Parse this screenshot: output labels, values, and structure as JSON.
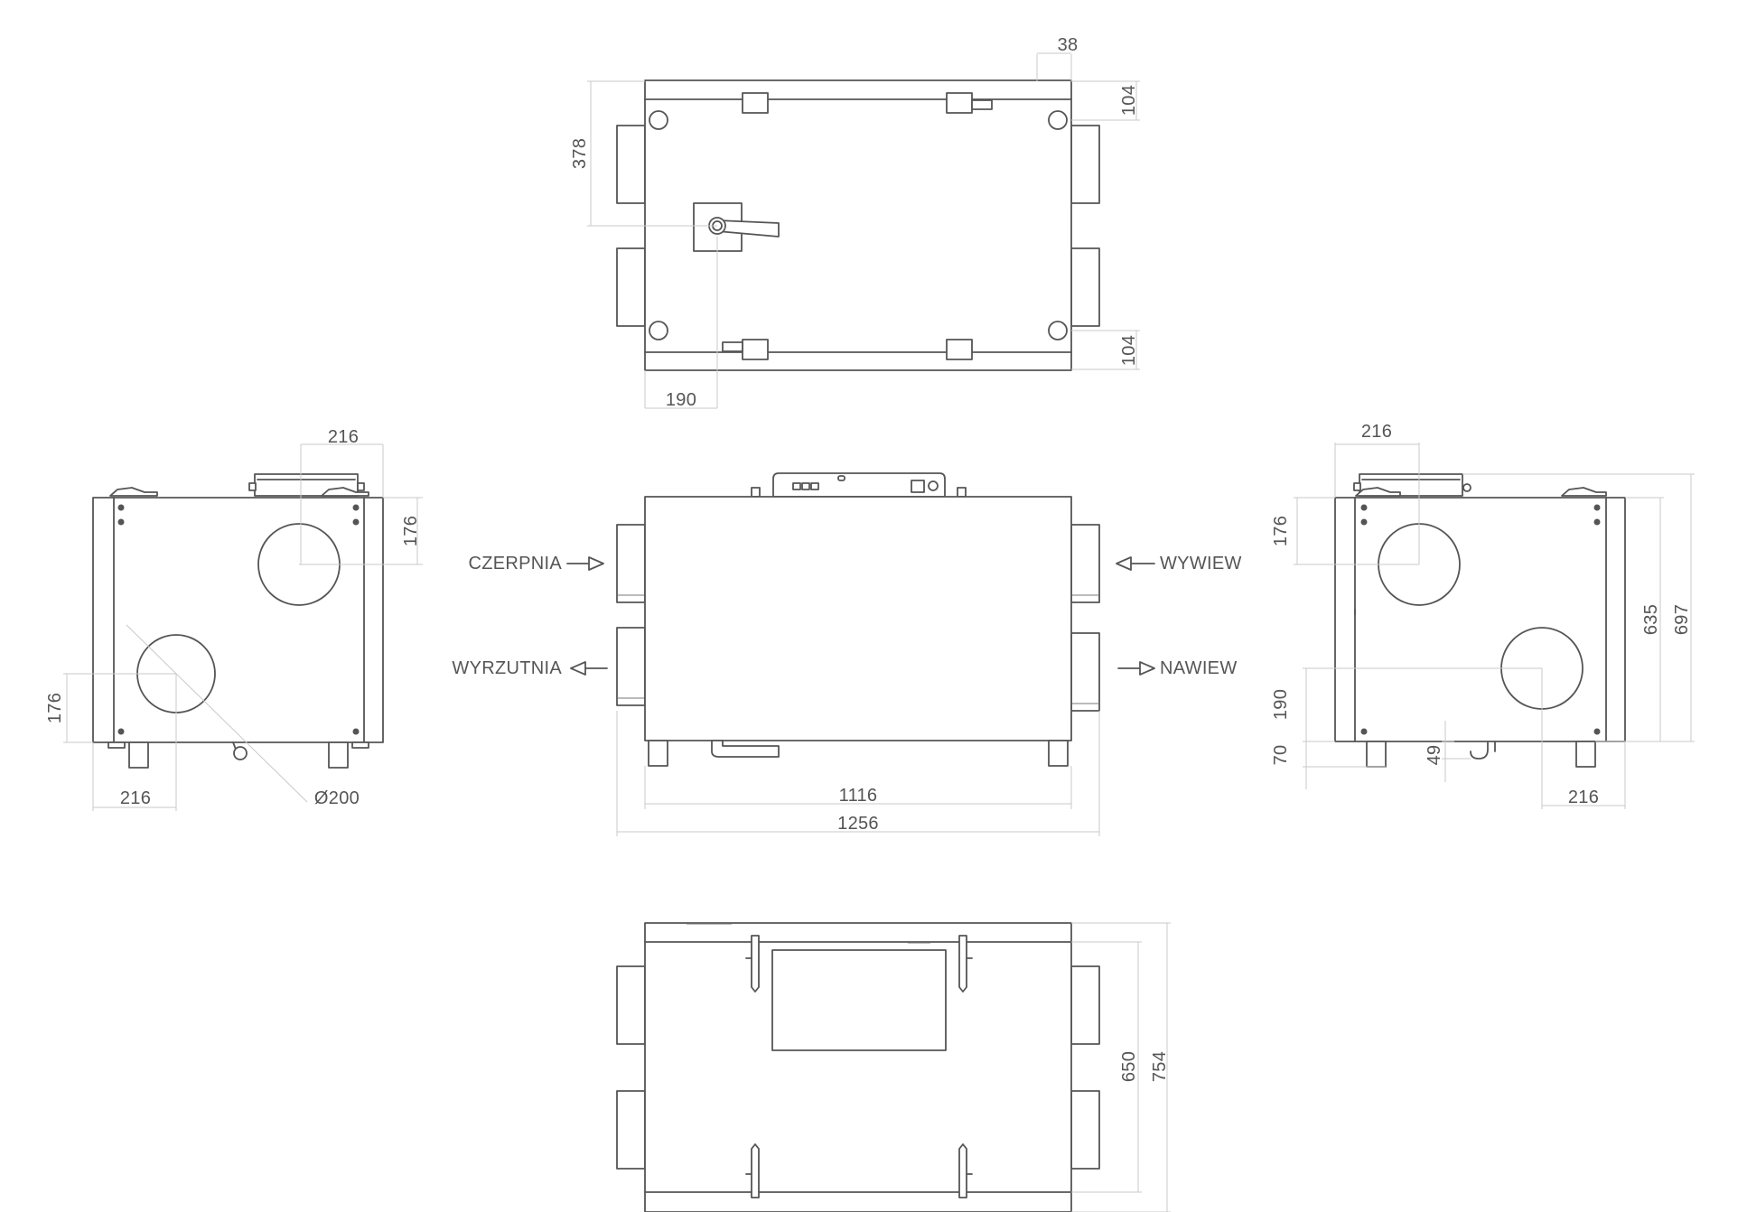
{
  "labels": {
    "czerpnia": "CZERPNIA",
    "wyrzutnia": "WYRZUTNIA",
    "wywiew": "WYWIEW",
    "nawiew": "NAWIEW"
  },
  "dimensions": {
    "top_38": "38",
    "top_104_upper": "104",
    "top_104_lower": "104",
    "top_378": "378",
    "top_190": "190",
    "left_216_top": "216",
    "left_176_right": "176",
    "left_176_left": "176",
    "left_216_bottom": "216",
    "left_d200": "Ø200",
    "front_1116": "1116",
    "front_1256": "1256",
    "right_216_top": "216",
    "right_176": "176",
    "right_190": "190",
    "right_70": "70",
    "right_49": "49",
    "right_216_bottom": "216",
    "right_635": "635",
    "right_697": "697",
    "bottom_650": "650",
    "bottom_754": "754"
  },
  "colors": {
    "line": "#555555",
    "dimension_line": "#c9c9c9",
    "text": "#555555"
  }
}
